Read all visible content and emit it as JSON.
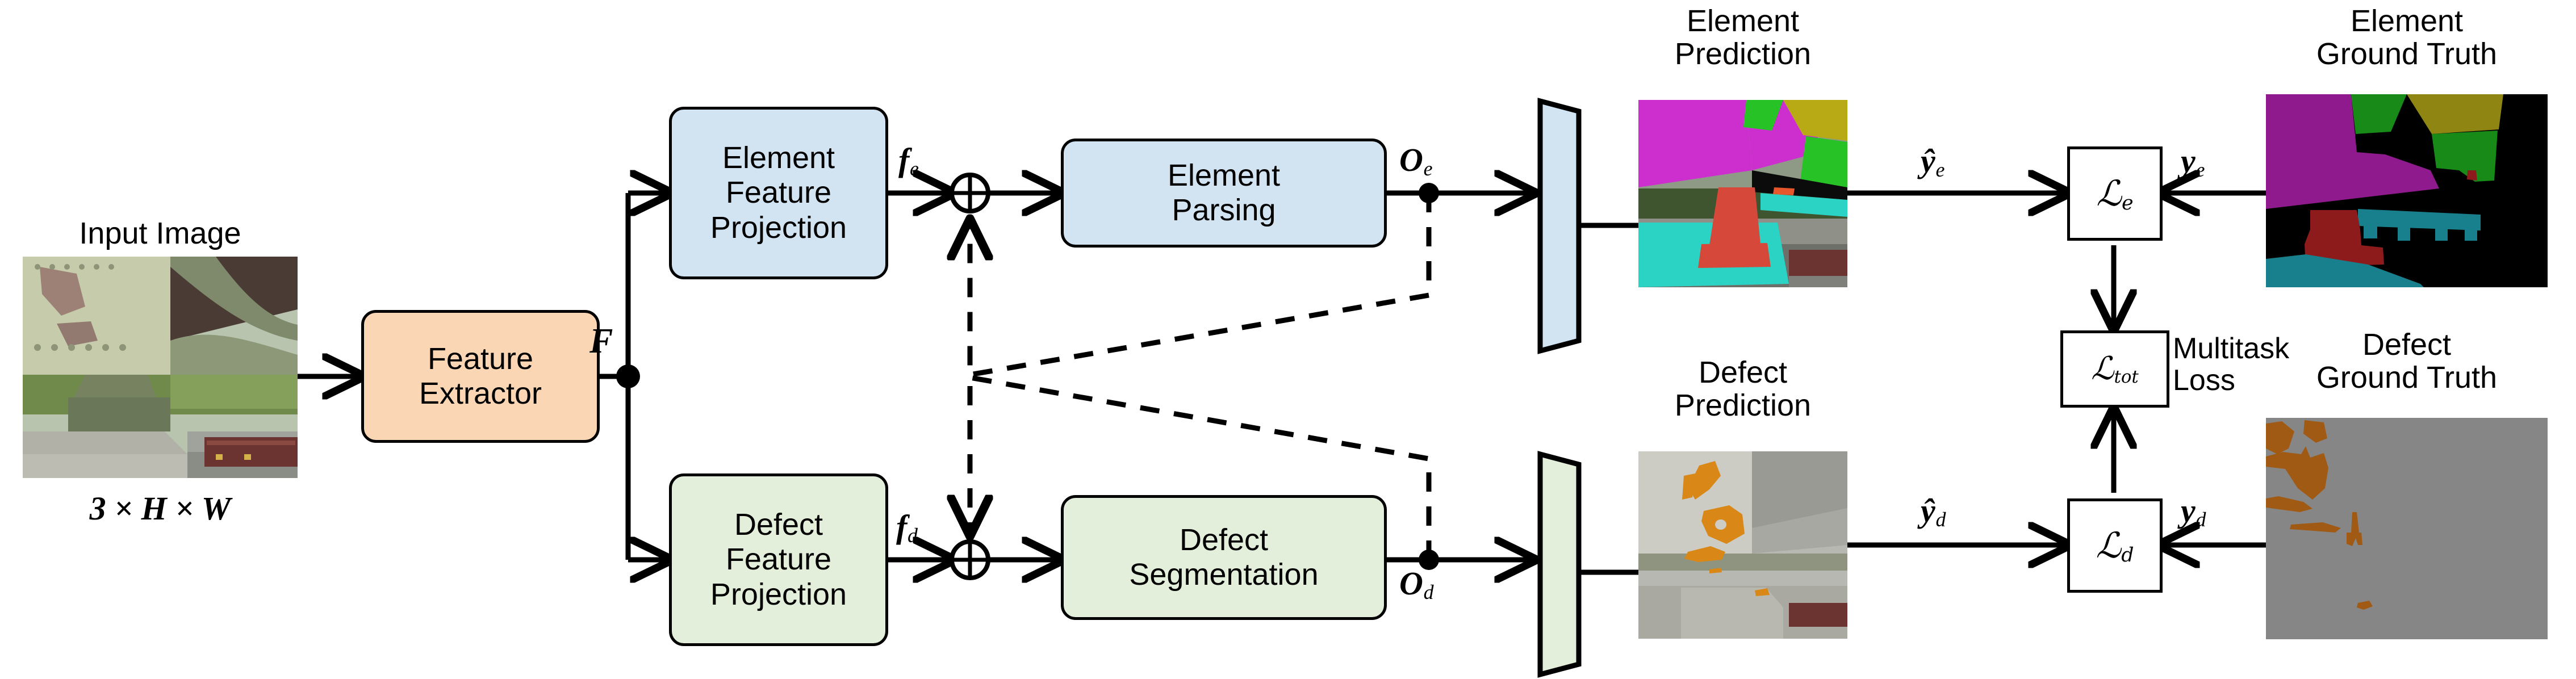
{
  "diagram": {
    "title": "Multitask bridge element parsing and defect segmentation network",
    "colors": {
      "feature_extractor_fill": "#fbd6b4",
      "element_branch_fill": "#d2e3f2",
      "defect_branch_fill": "#e3efda",
      "stroke": "#000000",
      "background": "#ffffff"
    }
  },
  "input": {
    "caption": "Input Image",
    "shape_label_parts": {
      "channels": "3",
      "times1": "×",
      "height": "H",
      "times2": "×",
      "width": "W"
    },
    "shape_label": "3 × H × W"
  },
  "blocks": {
    "feature_extractor": "Feature\nExtractor",
    "element_feature_projection": "Element\nFeature\nProjection",
    "element_parsing": "Element\nParsing",
    "defect_feature_projection": "Defect\nFeature\nProjection",
    "defect_segmentation": "Defect\nSegmentation"
  },
  "signals": {
    "backbone_feature": {
      "base": "F",
      "sub": ""
    },
    "element_feature": {
      "base": "f",
      "sub": "e"
    },
    "defect_feature": {
      "base": "f",
      "sub": "d"
    },
    "element_output": {
      "base": "O",
      "sub": "e"
    },
    "defect_output": {
      "base": "O",
      "sub": "d"
    },
    "element_pred": {
      "base": "ŷ",
      "sub": "e"
    },
    "defect_pred": {
      "base": "ŷ",
      "sub": "d"
    },
    "element_gt": {
      "base": "y",
      "sub": "e"
    },
    "defect_gt": {
      "base": "y",
      "sub": "d"
    },
    "fusion_operator": "⊕"
  },
  "panels": {
    "element_prediction": "Element\nPrediction",
    "defect_prediction": "Defect\nPrediction",
    "element_ground_truth": "Element\nGround Truth",
    "defect_ground_truth": "Defect\nGround Truth"
  },
  "losses": {
    "element_loss": {
      "base": "ℒ",
      "sub": "e"
    },
    "defect_loss": {
      "base": "ℒ",
      "sub": "d"
    },
    "total_loss": {
      "base": "ℒ",
      "sub": "tot"
    },
    "total_loss_caption": "Multitask\nLoss"
  },
  "chart_data": {
    "type": "diagram",
    "title": "Multitask network architecture",
    "nodes": [
      {
        "id": "input",
        "label": "Input Image",
        "type": "image"
      },
      {
        "id": "feature_extractor",
        "label": "Feature Extractor",
        "type": "block",
        "fill": "#fbd6b4"
      },
      {
        "id": "element_feature_projection",
        "label": "Element Feature Projection",
        "type": "block",
        "fill": "#d2e3f2"
      },
      {
        "id": "element_parsing",
        "label": "Element Parsing",
        "type": "block",
        "fill": "#d2e3f2"
      },
      {
        "id": "defect_feature_projection",
        "label": "Defect Feature Projection",
        "type": "block",
        "fill": "#e3efda"
      },
      {
        "id": "defect_segmentation",
        "label": "Defect Segmentation",
        "type": "block",
        "fill": "#e3efda"
      },
      {
        "id": "element_prediction",
        "label": "Element Prediction",
        "type": "image"
      },
      {
        "id": "defect_prediction",
        "label": "Defect Prediction",
        "type": "image"
      },
      {
        "id": "element_ground_truth",
        "label": "Element Ground Truth",
        "type": "image"
      },
      {
        "id": "defect_ground_truth",
        "label": "Defect Ground Truth",
        "type": "image"
      },
      {
        "id": "element_loss",
        "label": "L_e",
        "type": "loss"
      },
      {
        "id": "defect_loss",
        "label": "L_d",
        "type": "loss"
      },
      {
        "id": "total_loss",
        "label": "L_tot",
        "type": "loss"
      }
    ],
    "edges": [
      {
        "from": "input",
        "to": "feature_extractor",
        "label": "3 x H x W",
        "style": "solid"
      },
      {
        "from": "feature_extractor",
        "to": "element_feature_projection",
        "label": "F",
        "style": "solid"
      },
      {
        "from": "feature_extractor",
        "to": "defect_feature_projection",
        "label": "F",
        "style": "solid"
      },
      {
        "from": "element_feature_projection",
        "to": "element_parsing",
        "label": "f_e",
        "style": "solid"
      },
      {
        "from": "defect_feature_projection",
        "to": "defect_segmentation",
        "label": "f_d",
        "style": "solid"
      },
      {
        "from": "element_parsing",
        "to": "element_prediction",
        "label": "O_e",
        "style": "solid"
      },
      {
        "from": "defect_segmentation",
        "to": "defect_prediction",
        "label": "O_d",
        "style": "solid"
      },
      {
        "from": "element_parsing",
        "to": "defect_fusion",
        "label": "O_e",
        "style": "dashed"
      },
      {
        "from": "defect_segmentation",
        "to": "element_fusion",
        "label": "O_d",
        "style": "dashed"
      },
      {
        "from": "element_prediction",
        "to": "element_loss",
        "label": "y_hat_e",
        "style": "solid"
      },
      {
        "from": "element_ground_truth",
        "to": "element_loss",
        "label": "y_e",
        "style": "solid"
      },
      {
        "from": "defect_prediction",
        "to": "defect_loss",
        "label": "y_hat_d",
        "style": "solid"
      },
      {
        "from": "defect_ground_truth",
        "to": "defect_loss",
        "label": "y_d",
        "style": "solid"
      },
      {
        "from": "element_loss",
        "to": "total_loss",
        "label": "",
        "style": "solid"
      },
      {
        "from": "defect_loss",
        "to": "total_loss",
        "label": "",
        "style": "solid"
      }
    ]
  }
}
